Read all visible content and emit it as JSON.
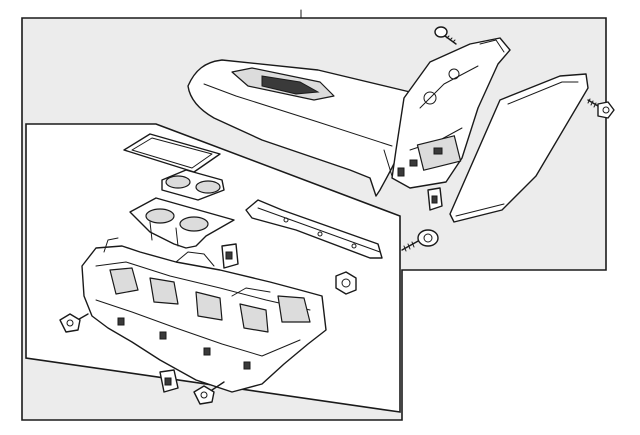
{
  "diagram": {
    "colors": {
      "line": "#1a1a1a",
      "frame_fill": "#ececec",
      "part_fill": "#ffffff",
      "shade_fill": "#dcdcdc"
    },
    "parts": [
      "console-assembly-frame",
      "console-trim-panel",
      "side-panel",
      "storage-compartment-frame",
      "mat",
      "cup-holder-insert",
      "cup-holder-tray",
      "trim-strip",
      "console-base",
      "bolt",
      "screw",
      "clip",
      "nut"
    ]
  }
}
